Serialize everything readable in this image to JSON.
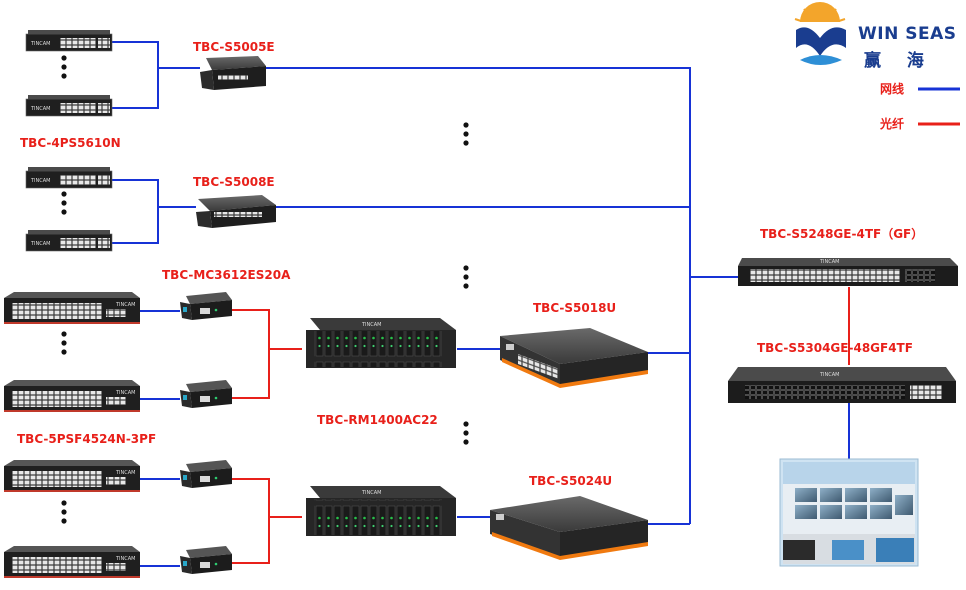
{
  "logo": {
    "name_en": "WIN SEAS",
    "name_cn": "赢 海"
  },
  "legend": {
    "items": [
      {
        "label": "网线",
        "color": "#1733d6"
      },
      {
        "label": "光纤",
        "color": "#e8201a"
      }
    ]
  },
  "colors": {
    "ethernet": "#1733d6",
    "fiber": "#e8201a",
    "label": "#e8201a"
  },
  "device_brand": "TINCAM",
  "devices": {
    "s5005e": "TBC-S5005E",
    "ps5610n": "TBC-4PS5610N",
    "s5008e": "TBC-S5008E",
    "mc3612": "TBC-MC3612ES20A",
    "s5018u": "TBC-S5018U",
    "psf4524": "TBC-5PSF4524N-3PF",
    "rm1400": "TBC-RM1400AC22",
    "s5024u": "TBC-S5024U",
    "s5248": "TBC-S5248GE-4TF（GF）",
    "s5304": "TBC-S5304GE-48GF4TF"
  }
}
